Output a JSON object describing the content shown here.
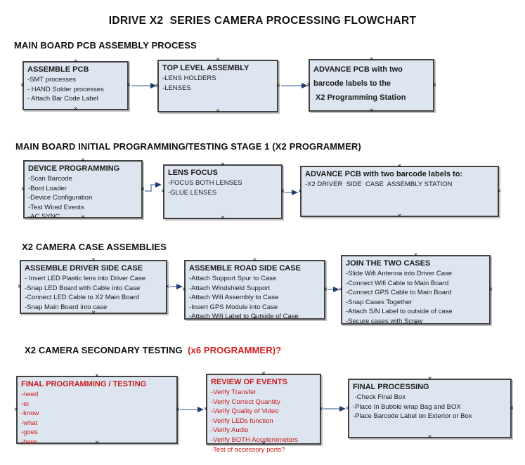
{
  "title": "IDRIVE X2  SERIES CAMERA PROCESSING FLOWCHART",
  "ui": {
    "connection_marker": "×"
  },
  "colors": {
    "box_fill": "#dde5f0",
    "box_border": "#424242",
    "arrow_line": "#92a9c7",
    "arrow_head": "#1f3d6d",
    "red_text": "#c81a1a",
    "black_text": "#1a1a1a"
  },
  "sections": [
    {
      "heading": "MAIN BOARD PCB ASSEMBLY PROCESS",
      "boxes": [
        {
          "title": "ASSEMBLE PCB",
          "items": [
            "-SMT processes",
            "- HAND Solder processes",
            "- Attach Bar Code Label"
          ]
        },
        {
          "title": "TOP LEVEL ASSEMBLY",
          "items": [
            "-LENS HOLDERS",
            "-LENSES"
          ]
        },
        {
          "title": "ADVANCE PCB with two",
          "items": [
            "barcode labels to the",
            " X2 Programming Station"
          ]
        }
      ]
    },
    {
      "heading": "MAIN BOARD INITIAL PROGRAMMING/TESTING STAGE 1 (X2 PROGRAMMER)",
      "boxes": [
        {
          "title": "DEVICE PROGRAMMING",
          "items": [
            "-Scan Barcode",
            "-Boot Loader",
            "-Device Configuration",
            "-Test Wired Events",
            "-AC SYNC"
          ]
        },
        {
          "title": "LENS FOCUS",
          "items": [
            "-FOCUS BOTH LENSES",
            "-GLUE LENSES"
          ]
        },
        {
          "title": "ADVANCE PCB with two barcode labels to:",
          "items": [
            "-X2 DRIVER  SIDE  CASE  ASSEMBLY STATION"
          ]
        }
      ]
    },
    {
      "heading": "X2 CAMERA CASE ASSEMBLIES",
      "boxes": [
        {
          "title": "ASSEMBLE DRIVER SIDE CASE",
          "items": [
            "- Insert LED Plastic lens into Driver Case",
            "-Snap LED Board with Cable into Case",
            "-Connect LED Cable to X2 Main Board",
            "-Snap Main Board into case"
          ]
        },
        {
          "title": "ASSEMBLE ROAD SIDE CASE",
          "items": [
            "-Attach Support Spur to Case",
            "-Attach Windshield Support",
            "-Attach Wifi Assembly to Case",
            "-Insert GPS Module into Case",
            "-Attach Wifi Label to Outside of Case"
          ]
        },
        {
          "title": "JOIN THE TWO CASES",
          "items": [
            "-Slide Wifi Antenna into Driver Case",
            "-Connect Wifi Cable to Main Board",
            "-Connect GPS Cable to Main Board",
            "-Snap Cases Together",
            "-Attach S/N Label to outside of case",
            "-Secure cases with Screw"
          ]
        }
      ]
    },
    {
      "heading": "X2 CAMERA SECONDARY TESTING ",
      "heading_red": " (x6 PROGRAMMER)?",
      "boxes": [
        {
          "title": "FINAL PROGRAMMING / TESTING",
          "items": [
            "-need",
            "-to",
            "-know",
            "-what",
            "-goes",
            "-here"
          ]
        },
        {
          "title": "REVIEW OF EVENTS",
          "items": [
            "-Verify Transfer",
            "-Verify Correct Quantity",
            "-Verify Quality of Video",
            "-Verify LEDs function",
            "-Verify Audio",
            "-Verify BOTH Accelerometers",
            "-Test of accessory ports?"
          ]
        },
        {
          "title": "FINAL PROCESSING",
          "items": [
            " -Check Final Box",
            "-Place In Bubble wrap Bag and BOX",
            "-Place Barcode Label on Exterior or Box"
          ]
        }
      ]
    }
  ]
}
